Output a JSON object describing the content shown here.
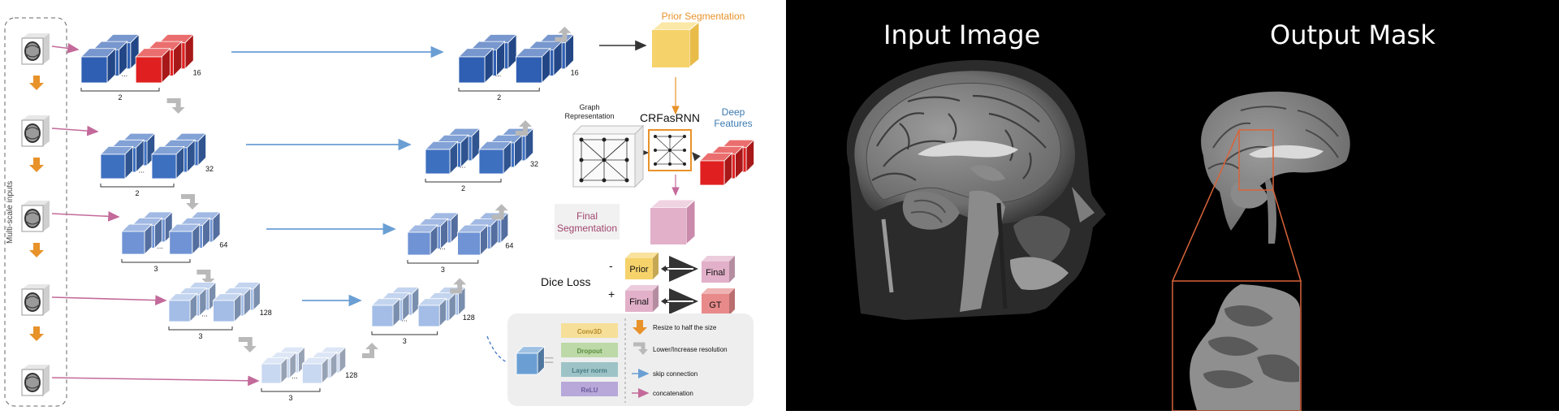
{
  "left": {
    "sidebar_label": "Multi-scale inputs",
    "channels": [
      "16",
      "32",
      "64",
      "128",
      "128"
    ],
    "multipliers": [
      "2",
      "2",
      "3",
      "3",
      "3"
    ],
    "dec_channels": [
      "16",
      "32",
      "64",
      "128"
    ],
    "dec_multipliers": [
      "2",
      "2",
      "3",
      "3"
    ],
    "prior_segmentation": "Prior Segmentation",
    "graph_representation_l1": "Graph",
    "graph_representation_l2": "Representation",
    "crfasrnn": "CRFasRNN",
    "deep_features_l1": "Deep",
    "deep_features_l2": "Features",
    "final_segmentation_l1": "Final",
    "final_segmentation_l2": "Segmentation",
    "dice_loss": "Dice Loss",
    "minus": "-",
    "plus": "+",
    "prior": "Prior",
    "final": "Final",
    "gt": "GT",
    "ellipsis": "...",
    "legend": {
      "layers": [
        "Conv3D",
        "Dropout",
        "Layer norm",
        "ReLU"
      ],
      "resize": "Resize to half the size",
      "lower_increase": "Lower/Increase resolution",
      "skip": "skip connection",
      "concat": "concatenation"
    },
    "colors": {
      "enc_level1": "#2f5fb3",
      "red": "#e02020",
      "enc_level2": "#3e70c0",
      "enc_level3": "#6f93d4",
      "enc_level4": "#a3bde6",
      "enc_level5": "#c9d8f1",
      "orange_arrow": "#e8922a",
      "pink_arrow": "#c36a9a",
      "blue_arrow": "#6b9fd4",
      "gray_arrow": "#b9b9b9",
      "prior_yellow": "#f6d26a",
      "final_pink": "#e2b0c9",
      "gt_red": "#e88a8a"
    }
  },
  "right": {
    "input_title": "Input Image",
    "output_title": "Output Mask",
    "zoom_color": "#d9643a"
  }
}
